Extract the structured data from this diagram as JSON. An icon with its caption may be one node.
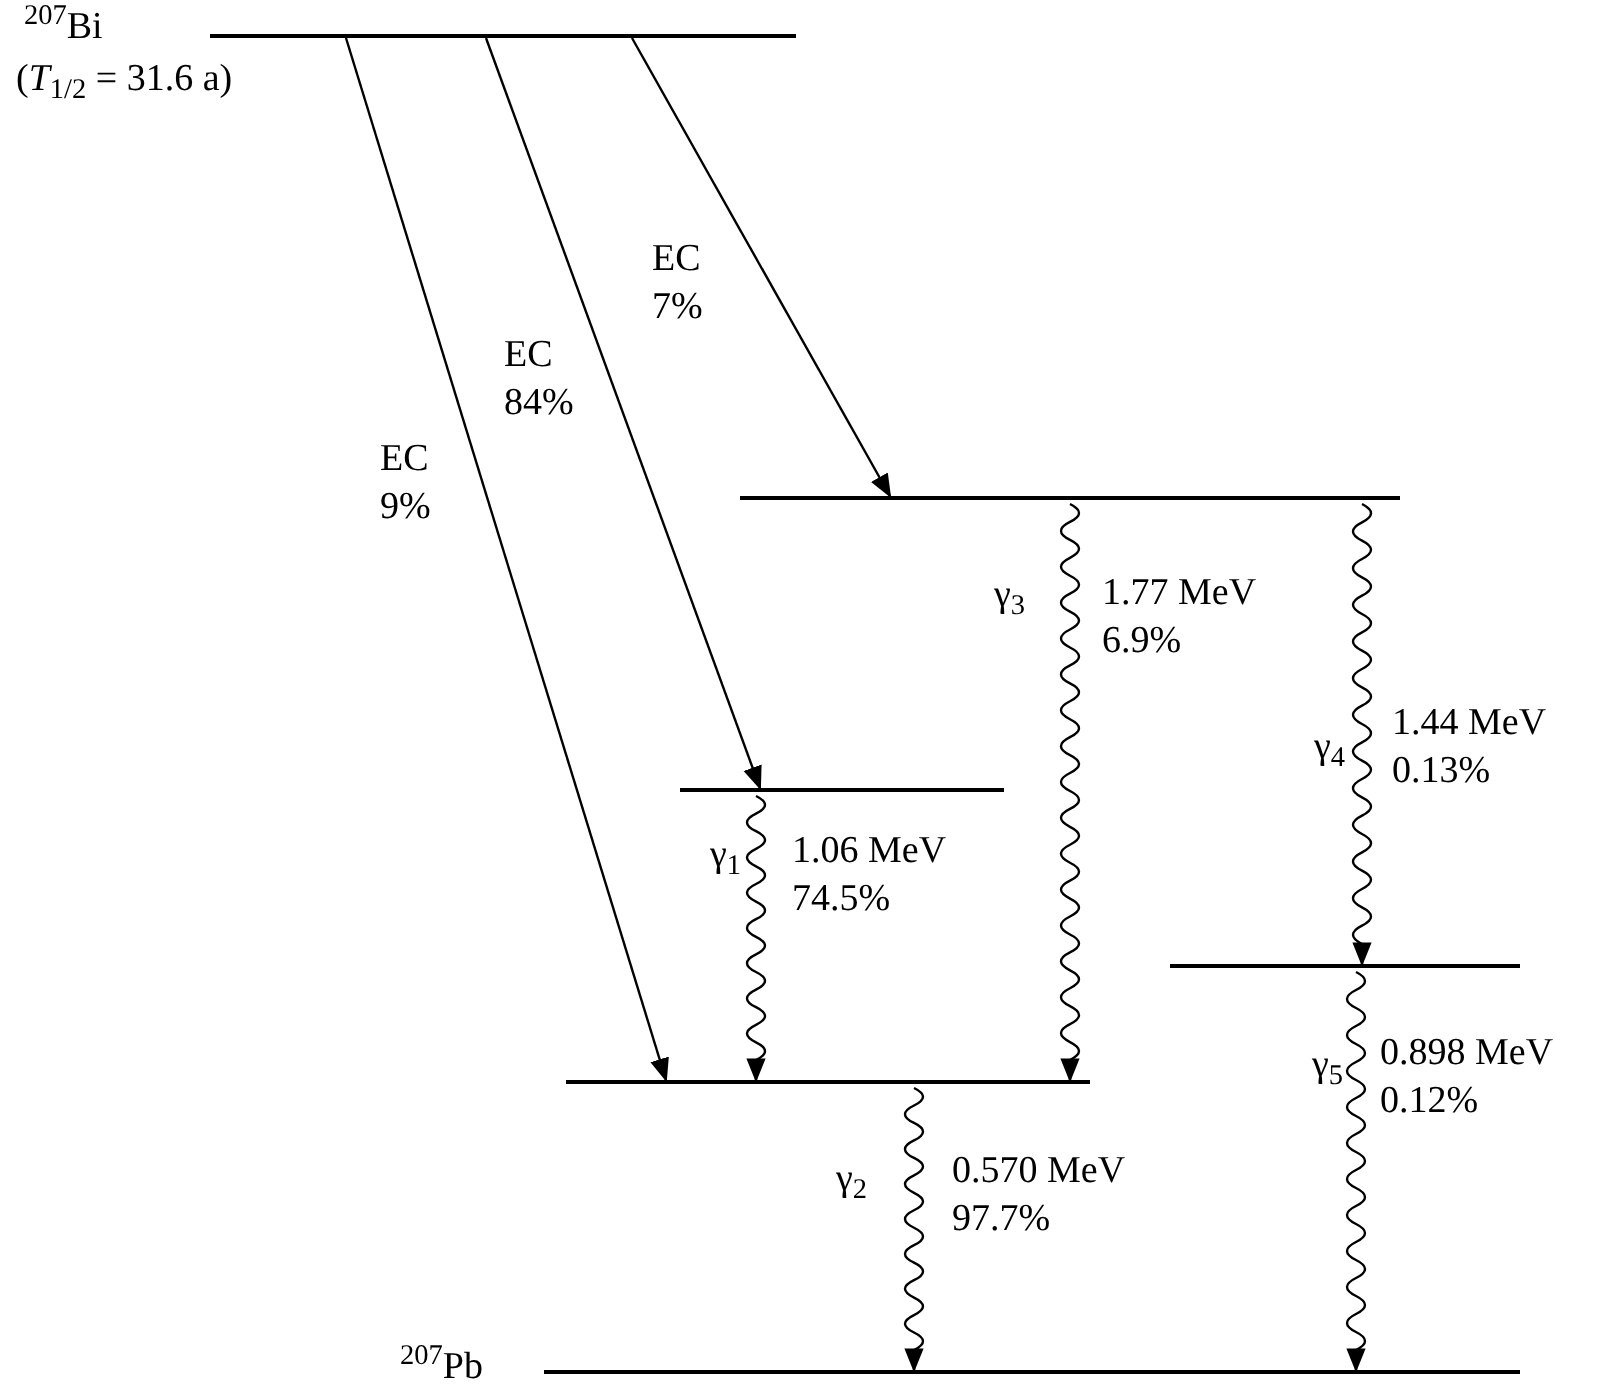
{
  "diagram": {
    "nodes": [
      {
        "text": [],
        "shape": "bar",
        "beside": [
          "$^{207}$Bi",
          "(*T*$_{1/2}$ = 31.6 a)"
        ]
      },
      {
        "text": [],
        "shape": "bar"
      },
      {
        "text": [],
        "shape": "bar"
      },
      {
        "text": [],
        "shape": "bar"
      },
      {
        "text": [],
        "shape": "bar"
      },
      {
        "text": [],
        "shape": "bar",
        "beside": [
          "$^{207}$Pb"
        ]
      }
    ],
    "edges": [
      {
        "from": 0,
        "to": 4,
        "arrow": "to",
        "label": "EC 9%"
      },
      {
        "from": 0,
        "to": 2,
        "arrow": "to",
        "label": "EC 84%"
      },
      {
        "from": 0,
        "to": 1,
        "arrow": "to",
        "label": "EC 7%"
      },
      {
        "from": 2,
        "to": 4,
        "arrow": "to",
        "label": "1.06 MeV 74.5%"
      },
      {
        "from": 4,
        "to": 5,
        "arrow": "to",
        "label": "0.570 MeV 97.7%"
      },
      {
        "from": 1,
        "to": 4,
        "arrow": "to",
        "label": "1.77 MeV 6.9%"
      },
      {
        "from": 1,
        "to": 3,
        "arrow": "to",
        "label": "1.44 MeV 0.13%"
      },
      {
        "from": 3,
        "to": 5,
        "arrow": "to",
        "label": "0.898 MeV 0.12%"
      }
    ],
    "labels": [
      "γ$_{3}$",
      "γ$_{4}$",
      "γ$_{1}$",
      "γ$_{5}$",
      "γ$_{2}$"
    ]
  }
}
